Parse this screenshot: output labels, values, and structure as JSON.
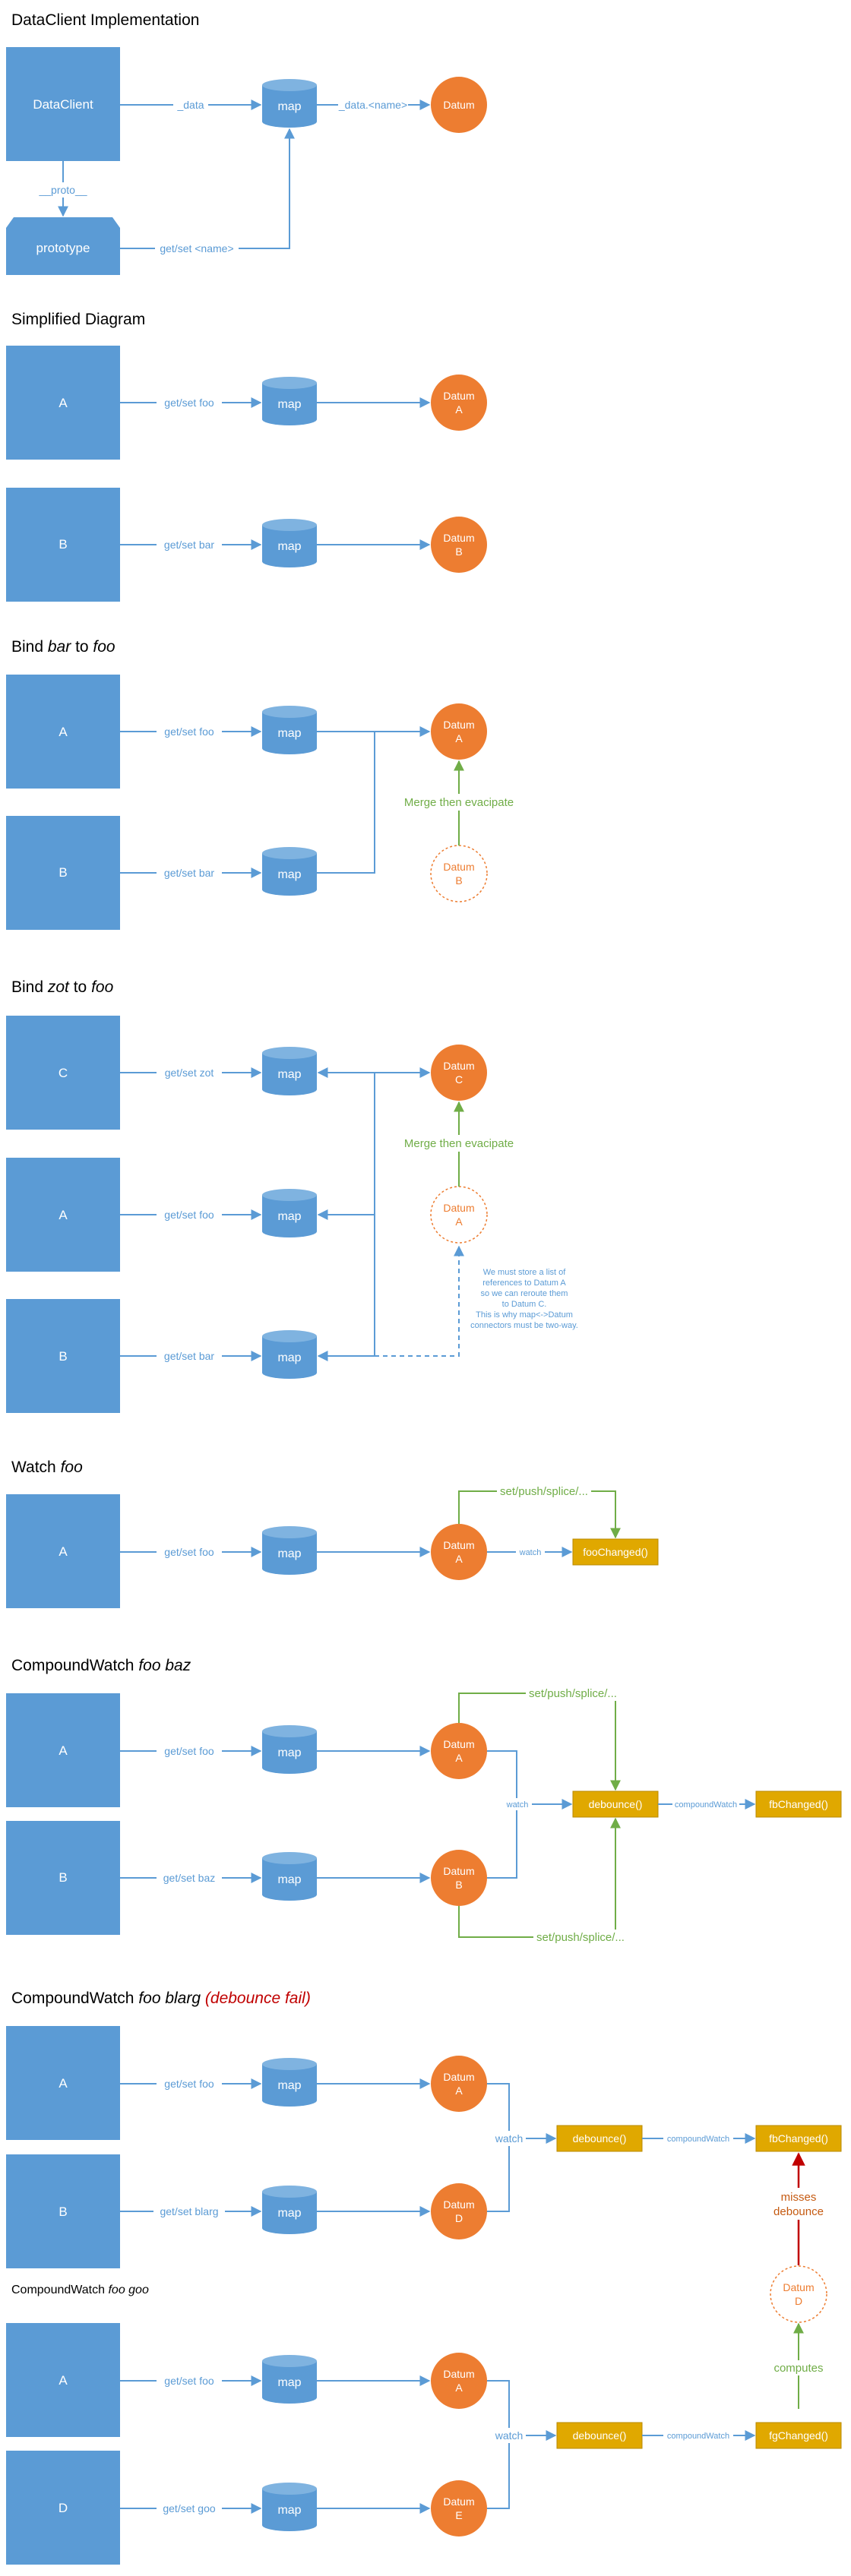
{
  "colors": {
    "blue": "#5b9bd5",
    "orange": "#ed7d31",
    "green": "#70ad47",
    "gold": "#e0a800",
    "red": "#c00000"
  },
  "s1": {
    "title": "DataClient Implementation",
    "dataclient": "DataClient",
    "prototype": "prototype",
    "map": "map",
    "datum": "Datum",
    "edge_data": "_data",
    "edge_data_name": "_data.<name>",
    "edge_proto": "__proto__",
    "edge_getset": "get/set <name>"
  },
  "s2": {
    "title": "Simplified Diagram",
    "a": "A",
    "b": "B",
    "edge_a": "get/set foo",
    "edge_b": "get/set bar",
    "map": "map",
    "datum_a_1": "Datum",
    "datum_a_2": "A",
    "datum_b_1": "Datum",
    "datum_b_2": "B"
  },
  "s3": {
    "title_plain1": "Bind ",
    "title_italic1": "bar",
    "title_plain2": " to ",
    "title_italic2": "foo",
    "a": "A",
    "b": "B",
    "edge_a": "get/set foo",
    "edge_b": "get/set bar",
    "map": "map",
    "datum_a_1": "Datum",
    "datum_a_2": "A",
    "ghost_1": "Datum",
    "ghost_2": "B",
    "merge": "Merge then evacipate"
  },
  "s4": {
    "title_plain1": "Bind ",
    "title_italic1": "zot",
    "title_plain2": " to ",
    "title_italic2": "foo",
    "c": "C",
    "a": "A",
    "b": "B",
    "edge_c": "get/set zot",
    "edge_a": "get/set foo",
    "edge_b": "get/set bar",
    "map": "map",
    "datum_c_1": "Datum",
    "datum_c_2": "C",
    "ghost_1": "Datum",
    "ghost_2": "A",
    "merge": "Merge then evacipate",
    "note": [
      "We must store a list of",
      "references to Datum A",
      "so we can reroute them",
      "to Datum C.",
      "This is why map<->Datum",
      "connectors must be two-way."
    ]
  },
  "s5": {
    "title_plain": "Watch ",
    "title_italic": "foo",
    "a": "A",
    "edge_a": "get/set foo",
    "map": "map",
    "datum_1": "Datum",
    "datum_2": "A",
    "watch": "watch",
    "fn": "fooChanged()",
    "loop": "set/push/splice/..."
  },
  "s6": {
    "title_plain": "CompoundWatch ",
    "title_italic": "foo baz",
    "a": "A",
    "b": "B",
    "edge_a": "get/set foo",
    "edge_b": "get/set baz",
    "map": "map",
    "datum_a_1": "Datum",
    "datum_a_2": "A",
    "datum_b_1": "Datum",
    "datum_b_2": "B",
    "watch": "watch",
    "debounce": "debounce()",
    "compound": "compoundWatch",
    "fn": "fbChanged()",
    "loop_top": "set/push/splice/...",
    "loop_bottom": "set/push/splice/..."
  },
  "s7": {
    "title_plain": "CompoundWatch ",
    "title_italic": "foo blarg",
    "title_fail": "(debounce fail)",
    "a": "A",
    "b": "B",
    "edge_a": "get/set foo",
    "edge_b": "get/set blarg",
    "map": "map",
    "datum_a_1": "Datum",
    "datum_a_2": "A",
    "datum_d_1": "Datum",
    "datum_d_2": "D",
    "watch": "watch",
    "debounce": "debounce()",
    "compound": "compoundWatch",
    "fn": "fbChanged()",
    "misses_1": "misses",
    "misses_2": "debounce",
    "ghost_1": "Datum",
    "ghost_2": "D",
    "computes": "computes"
  },
  "s8": {
    "title_plain": "CompoundWatch ",
    "title_italic": "foo goo",
    "a": "A",
    "d": "D",
    "edge_a": "get/set foo",
    "edge_d": "get/set goo",
    "map": "map",
    "datum_a_1": "Datum",
    "datum_a_2": "A",
    "datum_e_1": "Datum",
    "datum_e_2": "E",
    "watch": "watch",
    "debounce": "debounce()",
    "compound": "compoundWatch",
    "fn": "fgChanged()"
  }
}
